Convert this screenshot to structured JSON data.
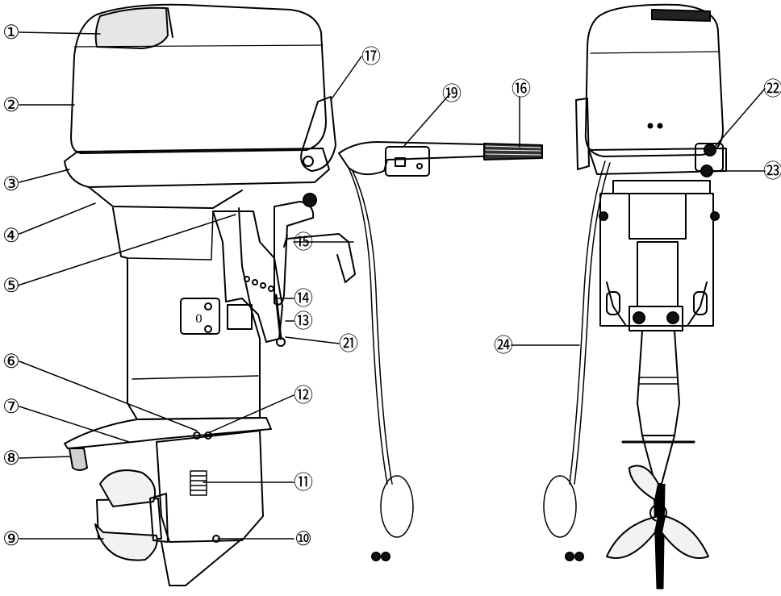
{
  "callouts": [
    {
      "id": "c1",
      "label": "①"
    },
    {
      "id": "c2",
      "label": "②"
    },
    {
      "id": "c3",
      "label": "③"
    },
    {
      "id": "c4",
      "label": "④"
    },
    {
      "id": "c5",
      "label": "⑤"
    },
    {
      "id": "c6",
      "label": "⑥"
    },
    {
      "id": "c7",
      "label": "⑦"
    },
    {
      "id": "c8",
      "label": "⑧"
    },
    {
      "id": "c9",
      "label": "⑨"
    },
    {
      "id": "c10",
      "label": "⑩"
    },
    {
      "id": "c11",
      "label": "⑪"
    },
    {
      "id": "c12",
      "label": "⑫"
    },
    {
      "id": "c13",
      "label": "⑬"
    },
    {
      "id": "c14",
      "label": "⑭"
    },
    {
      "id": "c15",
      "label": "⑮"
    },
    {
      "id": "c16",
      "label": "⑯"
    },
    {
      "id": "c17",
      "label": "⑰"
    },
    {
      "id": "c19",
      "label": "⑲"
    },
    {
      "id": "c21",
      "label": "㉑"
    },
    {
      "id": "c22",
      "label": "㉒"
    },
    {
      "id": "c23",
      "label": "㉓"
    },
    {
      "id": "c24",
      "label": "㉔"
    }
  ],
  "bracket_plate_mark": "0",
  "colors": {
    "ink": "#000000",
    "paper": "#ffffff",
    "fill": "#111111"
  }
}
